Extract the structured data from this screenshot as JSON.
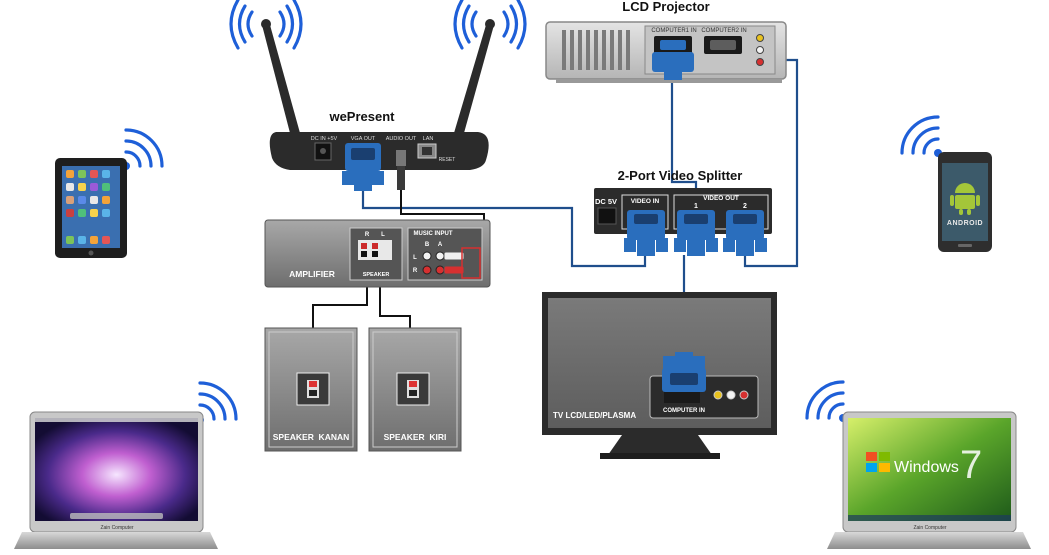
{
  "labels": {
    "lcd_projector": "LCD Projector",
    "computer1_in": "COMPUTER1 IN",
    "computer2_in": "COMPUTER2 IN",
    "wepresent": "wePresent",
    "dc_in": "DC IN +5V",
    "vga_out": "VGA OUT",
    "audio_out": "AUDIO OUT",
    "lan": "LAN",
    "reset": "RESET",
    "video_splitter": "2-Port Video Splitter",
    "dc_5v": "DC 5V",
    "video_in": "VIDEO IN",
    "video_out": "VIDEO OUT",
    "port_1": "1",
    "port_2": "2",
    "amplifier": "AMPLIFIER",
    "speaker": "SPEAKER",
    "speaker_r": "R",
    "speaker_l": "L",
    "music_input": "MUSIC INPUT",
    "music_b": "B",
    "music_a": "A",
    "music_l": "L",
    "music_r": "R",
    "speaker_kanan": "SPEAKER  KANAN",
    "speaker_kiri": "SPEAKER  KIRI",
    "tv": "TV LCD/LED/PLASMA",
    "computer_in": "COMPUTER IN",
    "android_text": "ANDROID",
    "windows_text": "Windows",
    "windows_version": "7",
    "laptop_brand": "Zain Computer"
  },
  "colors": {
    "cable": "#1f4e8c",
    "vga_blue": "#2a6ebd",
    "wifi_blue": "#1e5fd8",
    "device_gray": "#8c8c8c",
    "dark_panel": "#2b2b2b"
  }
}
